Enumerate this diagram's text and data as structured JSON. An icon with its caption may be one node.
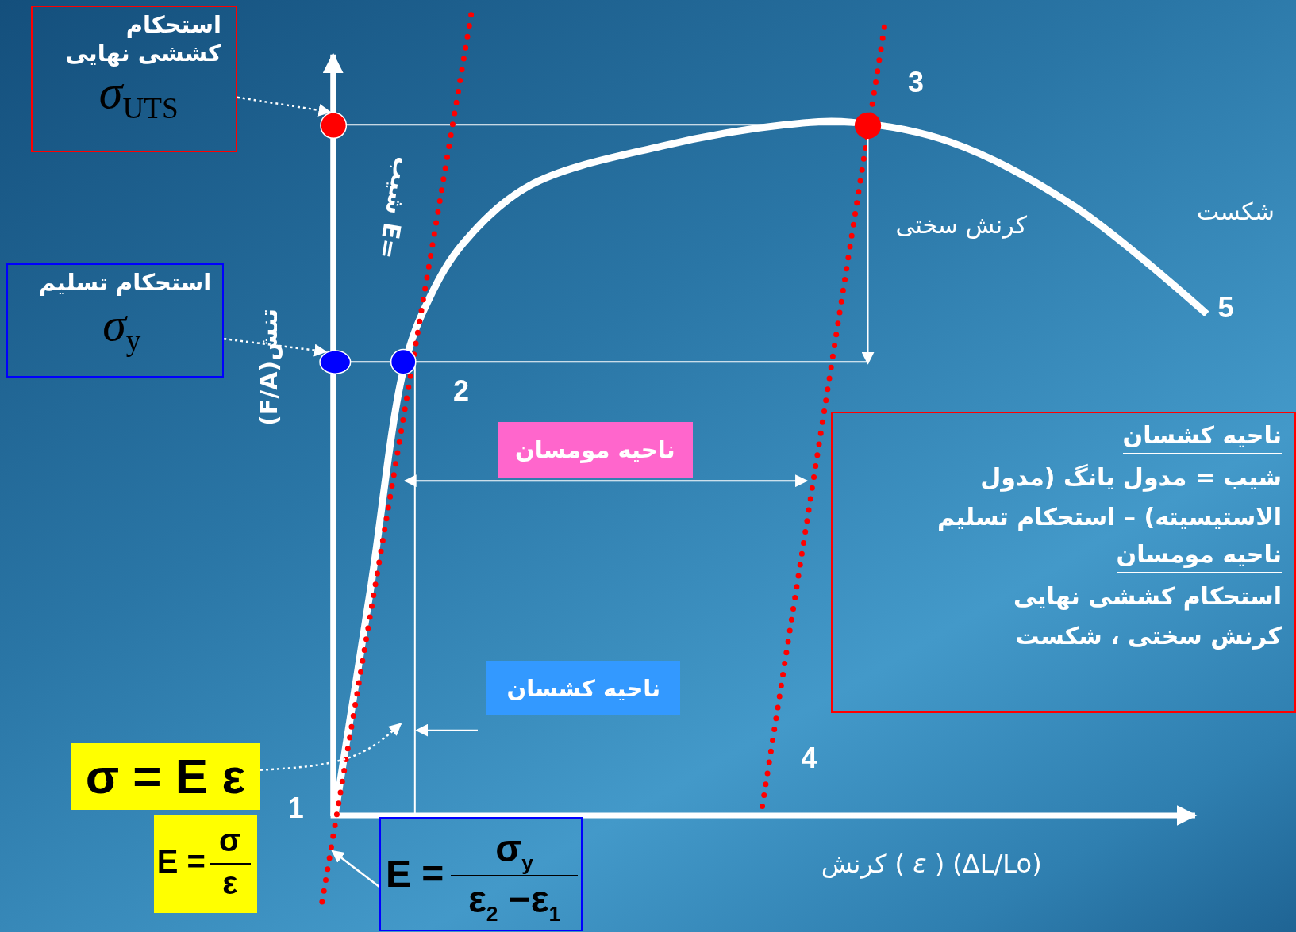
{
  "diagram": {
    "nodes": [
      {
        "text": [
          "استحکام کششی نهایی",
          "σ$_{UTS}$"
        ]
      },
      {
        "text": [
          "استحکام تسلیم",
          "σ$_{y}$"
        ]
      },
      {
        "text": [],
        "shape": "circle"
      },
      {
        "text": [],
        "shape": "circle"
      },
      {
        "text": [
          "ناحیه مومسان"
        ]
      },
      {
        "text": [
          "ناحیه کشسان",
          "شیب = مدول یانگ (مدول الاستیسیته) – استحکام تسلیم",
          "ناحیه مومسان",
          "استحکام کششی نهایی",
          "کرنش سختی ، شکست"
        ]
      },
      {
        "text": [
          "ناحیه کشسان"
        ]
      },
      {
        "text": [
          "σ = E ε"
        ]
      },
      {
        "text": [
          "E =",
          "σ",
          "ε"
        ]
      },
      {
        "text": [
          "E =",
          "σ$_{y}$",
          "ε$_{2}$ −ε$_{1}$"
        ]
      }
    ],
    "edges": [
      {
        "from": 0,
        "to": 2,
        "arrow": "to",
        "style": "dashed"
      },
      {
        "from": 1,
        "to": 3,
        "arrow": "to",
        "style": "dashed"
      },
      {
        "from": 7,
        "to": null,
        "arrow": "to",
        "style": "dashed"
      },
      {
        "from": 9,
        "to": null,
        "arrow": "to"
      }
    ],
    "labels": [
      "3",
      "شیب E=",
      "کرنش سختی",
      "شکست",
      "5",
      "(F/A)تنش",
      "2",
      "4",
      "1",
      "کرنش ( *ε* ) (ΔL/Lo)"
    ]
  }
}
